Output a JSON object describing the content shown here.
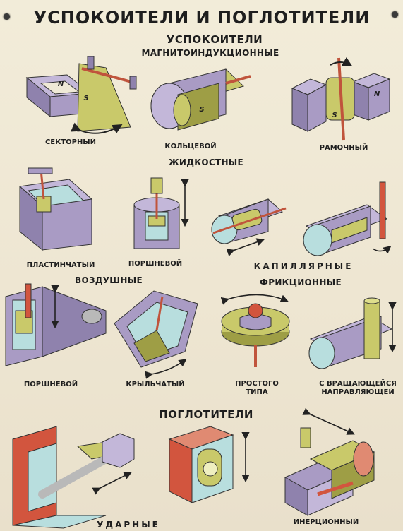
{
  "title": "УСПОКОИТЕЛИ И ПОГЛОТИТЕЛИ",
  "sections": {
    "dampers": "УСПОКОИТЕЛИ",
    "magnetic": "МАГНИТОИНДУКЦИОННЫЕ",
    "liquid": "ЖИДКОСТНЫЕ",
    "air": "ВОЗДУШНЫЕ",
    "capillary": "КАПИЛЛЯРНЫЕ",
    "friction": "ФРИКЦИОННЫЕ",
    "absorbers": "ПОГЛОТИТЕЛИ"
  },
  "captions": {
    "sector": "СЕКТОРНЫЙ",
    "ring": "КОЛЬЦЕВОЙ",
    "frame": "РАМОЧНЫЙ",
    "plate": "ПЛАСТИНЧАТЫЙ",
    "piston_liquid": "ПОРШНЕВОЙ",
    "piston_air": "ПОРШНЕВОЙ",
    "vane": "КРЫЛЬЧАТЫЙ",
    "simple_line1": "ПРОСТОГО",
    "simple_line2": "ТИПА",
    "rotating_line1": "С ВРАЩАЮЩЕЙСЯ",
    "rotating_line2": "НАПРАВЛЯЮЩЕЙ",
    "impact": "УДАРНЫЕ",
    "inertial": "ИНЕРЦИОННЫЙ"
  },
  "magnet_labels": {
    "n": "N",
    "s": "S"
  },
  "colors": {
    "background": "#efe9d6",
    "violet": "#a99bc4",
    "violet_dark": "#7d6f9c",
    "olive": "#c9c96a",
    "olive_dark": "#9e9e45",
    "cyan": "#9ed6d6",
    "red": "#d2553e",
    "steel": "#b9b9b9",
    "arrow": "#222222"
  }
}
